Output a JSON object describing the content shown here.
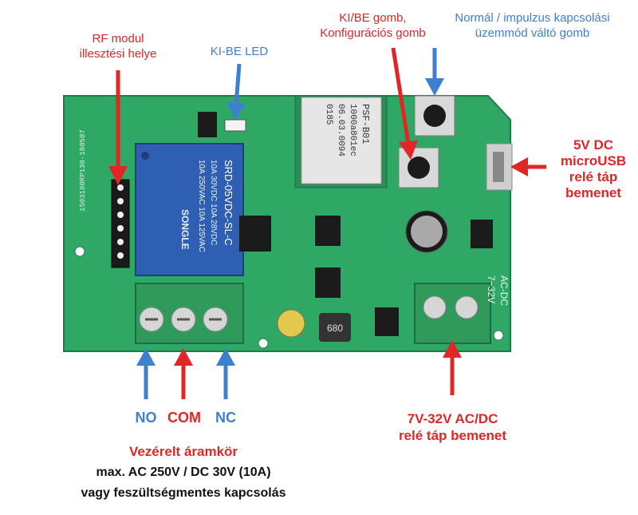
{
  "colors": {
    "red": "#e02626",
    "blue": "#3f7fd0",
    "pcb": "#2fa866",
    "relay": "#2f5fb3",
    "terminal": "#2f9a5a",
    "black": "#111111"
  },
  "labels": {
    "rf_module": [
      "RF modul",
      "illesztési helye"
    ],
    "led": "KI-BE LED",
    "onoff_button": [
      "KI/BE gomb,",
      "Konfigurációs gomb"
    ],
    "mode_button": [
      "Normál / impulzus kapcsolási",
      "üzemmód váltó gomb"
    ],
    "usb_input": [
      "5V DC",
      "microUSB",
      "relé táp",
      "bemenet"
    ],
    "terminal_no": "NO",
    "terminal_com": "COM",
    "terminal_nc": "NC",
    "power_input": [
      "7V-32V AC/DC",
      "relé táp bemenet"
    ],
    "circuit_title": "Vezérelt áramkör",
    "circuit_spec": "max. AC 250V / DC 30V (10A)",
    "circuit_note": "vagy feszültségmentes kapcsolás"
  },
  "board_text": {
    "relay_brand": "SONGLE",
    "relay_rating_1": "10A 250VAC  10A 125VAC",
    "relay_rating_2": "10A  30VDC  10A  28VDC",
    "relay_model": "SRD-05VDC-SL-C",
    "module_1": "PSF-B01",
    "module_2": "1000a801ec",
    "module_3": "06.03.0094",
    "module_4": "0185",
    "input_silk": "AC-DC",
    "input_silk_2": "7~32V",
    "inductor": "680",
    "pcb_code": "1503180RP130-180507"
  }
}
